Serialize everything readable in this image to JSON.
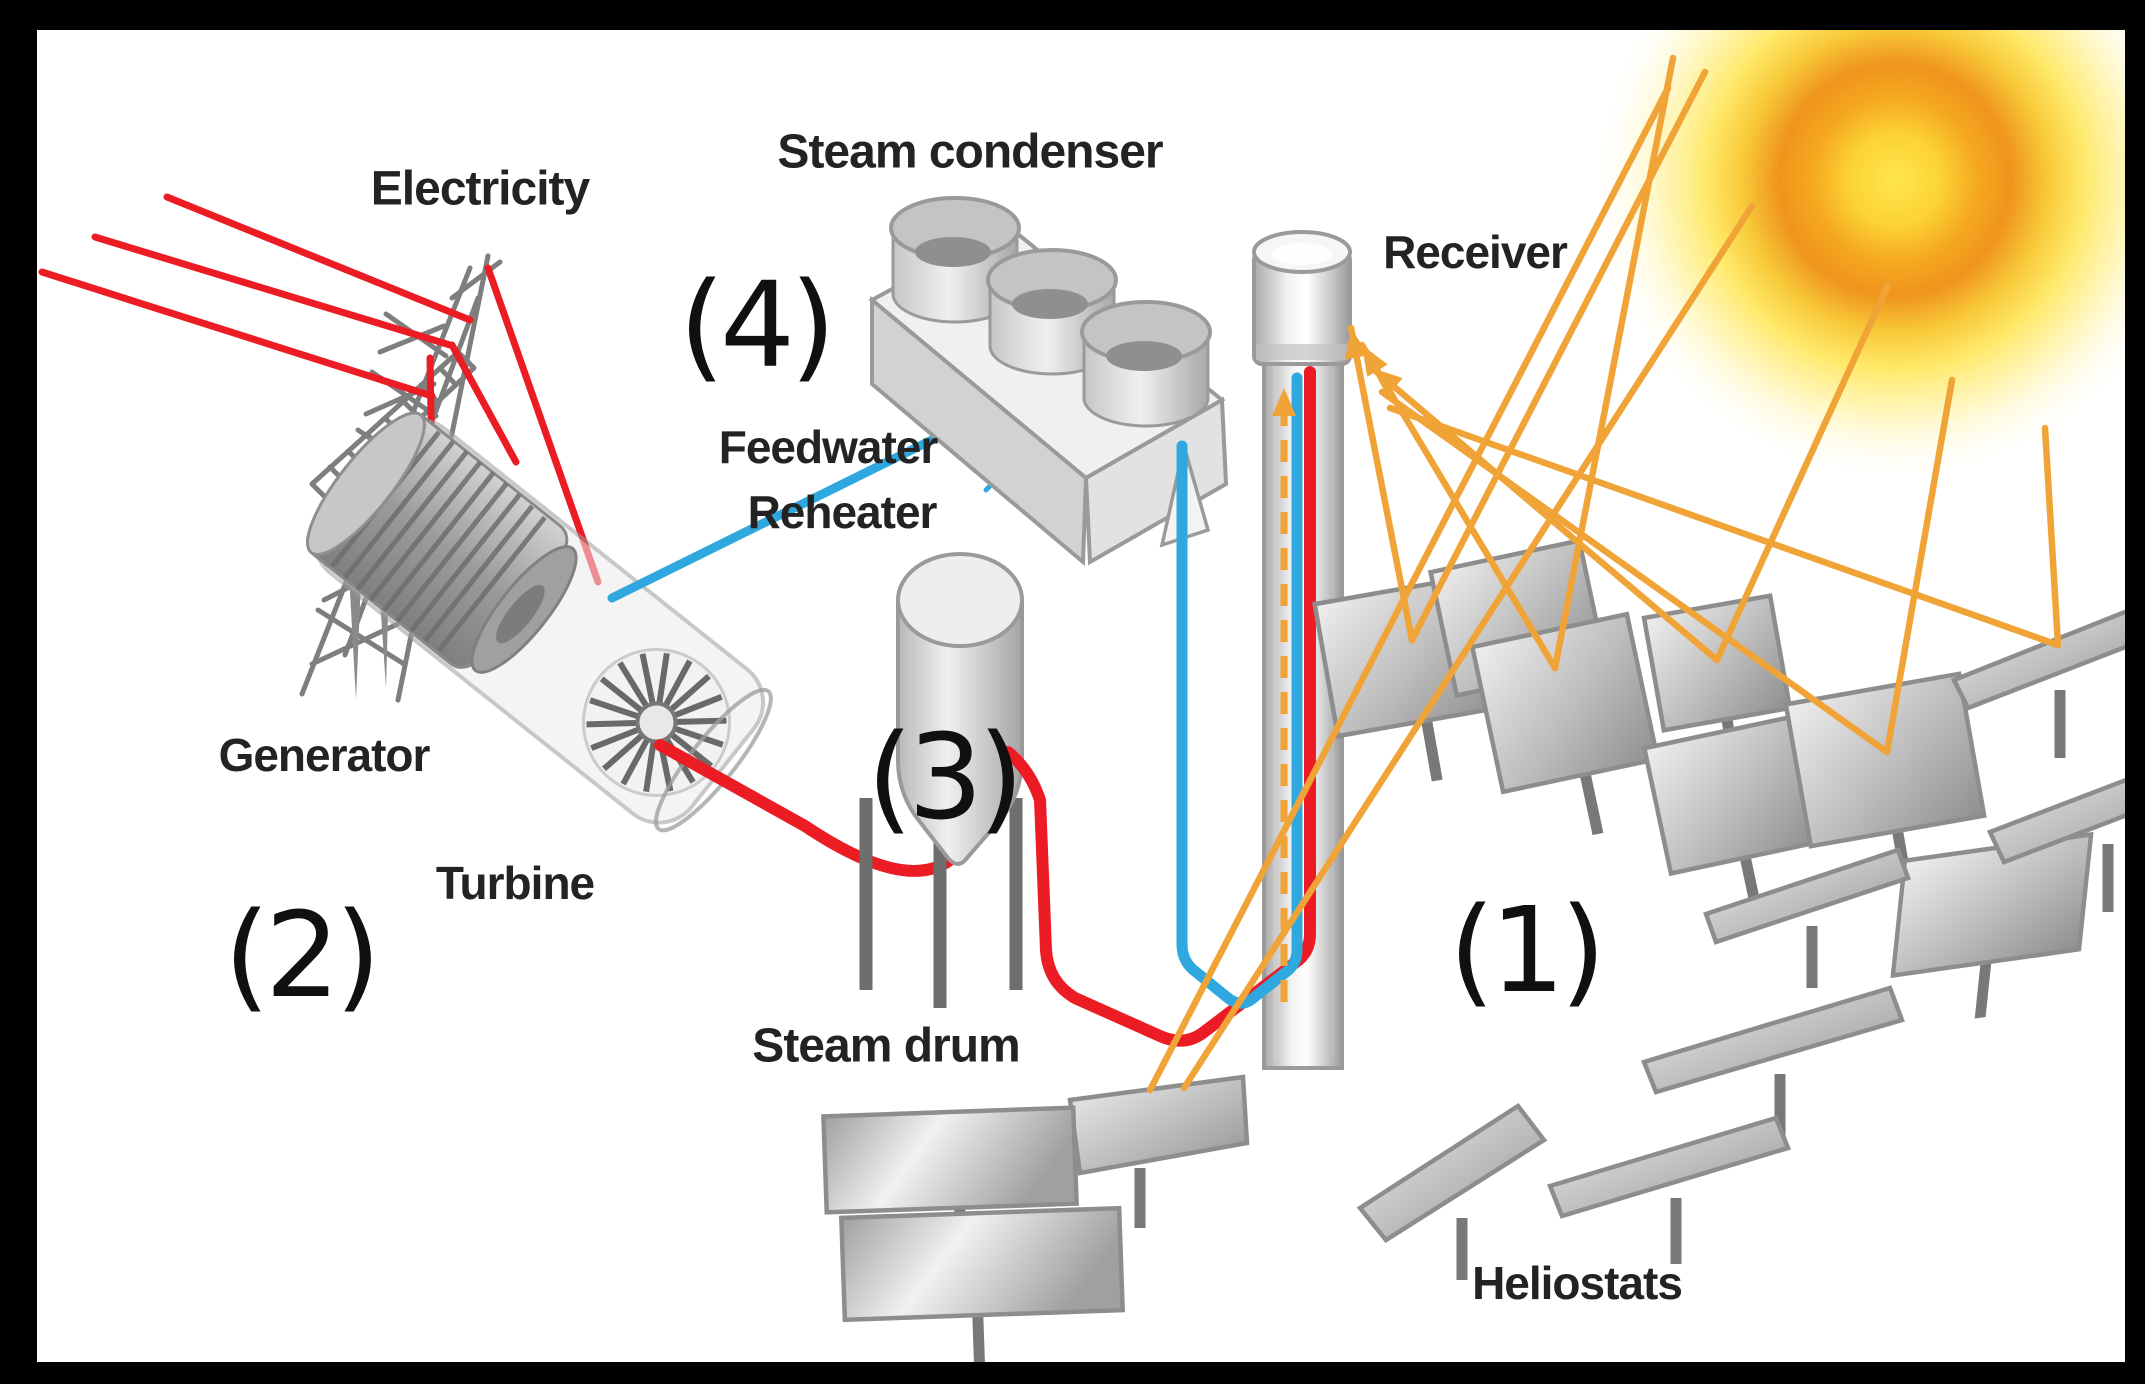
{
  "diagram": {
    "type": "solar-power-tower-schematic",
    "labels": {
      "electricity": "Electricity",
      "steam_condenser": "Steam condenser",
      "receiver": "Receiver",
      "feedwater_line1": "Feedwater",
      "feedwater_line2": "Reheater",
      "generator": "Generator",
      "turbine": "Turbine",
      "steam_drum": "Steam drum",
      "heliostats": "Heliostats"
    },
    "markers": {
      "heliostats_step": "(1)",
      "generator_step": "(2)",
      "steam_drum_step": "(3)",
      "condenser_step": "(4)"
    },
    "colors": {
      "electricity_wires": "#ec1c24",
      "hot_steam_pipe": "#ec1c24",
      "cold_water_pipe": "#2fa8df",
      "sun_rays": "#f0a437",
      "sun_core": "#ffe24a",
      "sun_ring": "#ef941c",
      "structure_grey": "#c9c9c9",
      "outline_grey": "#8f8f8f",
      "label_text": "#232323",
      "frame": "#000000",
      "background": "#ffffff"
    }
  }
}
